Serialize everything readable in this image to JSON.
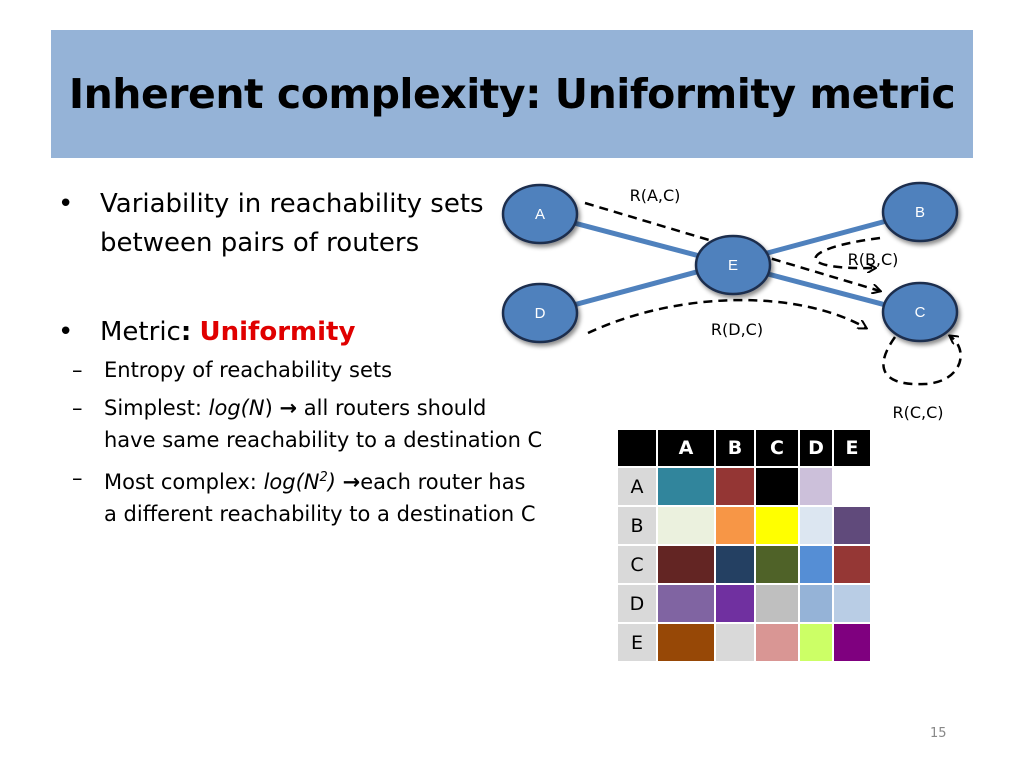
{
  "slide": {
    "title": "Inherent complexity: Uniformity metric",
    "page_number": "15"
  },
  "bullets": {
    "b1_text": "Variability in reachability sets between pairs of routers",
    "b2_prefix": "Metric",
    "b2_colon": ":",
    "b2_accent": "Uniformity",
    "sub1": "Entropy of reachability sets",
    "sub2_prefix": "Simplest: ",
    "sub2_math": "log(N",
    "sub2_close": ")",
    "sub2_arrow": "→",
    "sub2_rest": "all routers should have same reachability to a destination C",
    "sub3_prefix": "Most complex: ",
    "sub3_math": "log(N",
    "sub3_sup": "2",
    "sub3_close": ")",
    "sub3_arrow": "→",
    "sub3_rest": "each router has a different reachability to a destination C",
    "bullet_glyph": "•",
    "dash_glyph": "–"
  },
  "diagram": {
    "nodes": {
      "A": "A",
      "B": "B",
      "C": "C",
      "D": "D",
      "E": "E"
    },
    "edge_labels": {
      "rac": "R(A,C)",
      "rbc": "R(B,C)",
      "rdc": "R(D,C)",
      "rcc": "R(C,C)"
    },
    "colors": {
      "node_fill": "#4f81bd",
      "node_stroke": "#1f2d4d",
      "link": "#4f81bd"
    }
  },
  "matrix": {
    "columns": [
      "A",
      "B",
      "C",
      "D",
      "E"
    ],
    "rows": [
      {
        "label": "A",
        "colors": [
          "#31859c",
          "#943634",
          "#000000",
          "#ccc0da",
          "#ffffff"
        ]
      },
      {
        "label": "B",
        "colors": [
          "#ebf1de",
          "#f79646",
          "#ffff00",
          "#dce6f1",
          "#604a7b"
        ]
      },
      {
        "label": "C",
        "colors": [
          "#632523",
          "#244062",
          "#4f6228",
          "#558ed5",
          "#953735"
        ]
      },
      {
        "label": "D",
        "colors": [
          "#8064a2",
          "#7030a0",
          "#bfbfbf",
          "#95b3d7",
          "#b9cde5"
        ]
      },
      {
        "label": "E",
        "colors": [
          "#974806",
          "#d9d9d9",
          "#d99694",
          "#ccff66",
          "#7f007f"
        ]
      }
    ]
  }
}
